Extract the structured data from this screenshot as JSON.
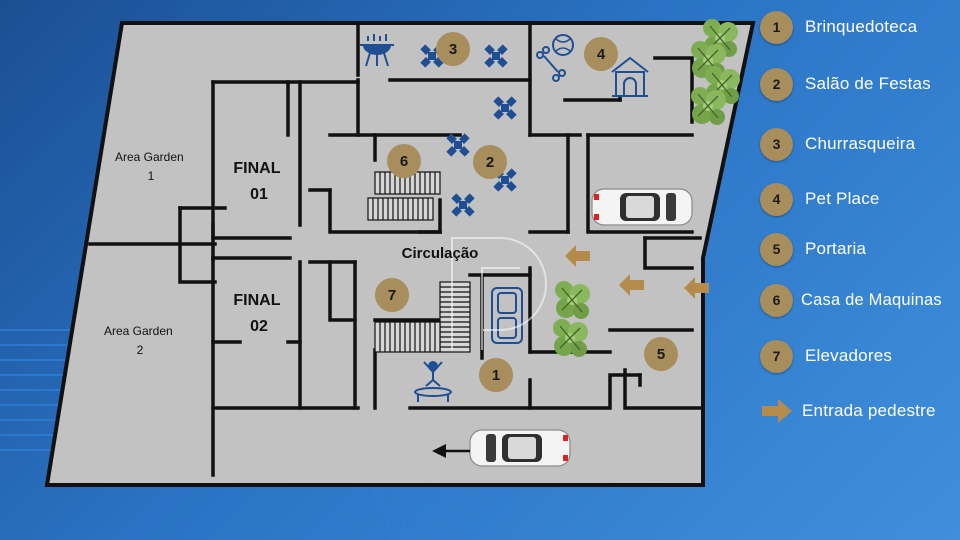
{
  "colors": {
    "marker": "#a88d5d",
    "floor": "#c2c2c2",
    "wall": "#111111",
    "furniture": "#1f4f92",
    "legend_text": "#ffffff"
  },
  "plan": {
    "area_garden_1": {
      "line1": "Area Garden",
      "line2": "1"
    },
    "area_garden_2": {
      "line1": "Area Garden",
      "line2": "2"
    },
    "final_01": {
      "line1": "FINAL",
      "line2": "01"
    },
    "final_02": {
      "line1": "FINAL",
      "line2": "02"
    },
    "circulacao": "Circulação",
    "markers": [
      "1",
      "2",
      "3",
      "4",
      "5",
      "6",
      "7"
    ],
    "icons": [
      "bbq-grill-icon",
      "table-icon",
      "ball-icon",
      "bone-icon",
      "dog-house-icon",
      "trampoline-icon",
      "car-icon",
      "tree-icon",
      "entrance-arrow-icon",
      "exit-arrow-icon"
    ]
  },
  "legend": [
    {
      "num": "1",
      "label": "Brinquedoteca"
    },
    {
      "num": "2",
      "label": "Salão de Festas"
    },
    {
      "num": "3",
      "label": "Churrasqueira"
    },
    {
      "num": "4",
      "label": "Pet Place"
    },
    {
      "num": "5",
      "label": "Portaria"
    },
    {
      "num": "6",
      "label": "Casa de Maquinas"
    },
    {
      "num": "7",
      "label": "Elevadores"
    },
    {
      "icon": "entrance-arrow-icon",
      "label": "Entrada pedestre"
    }
  ]
}
